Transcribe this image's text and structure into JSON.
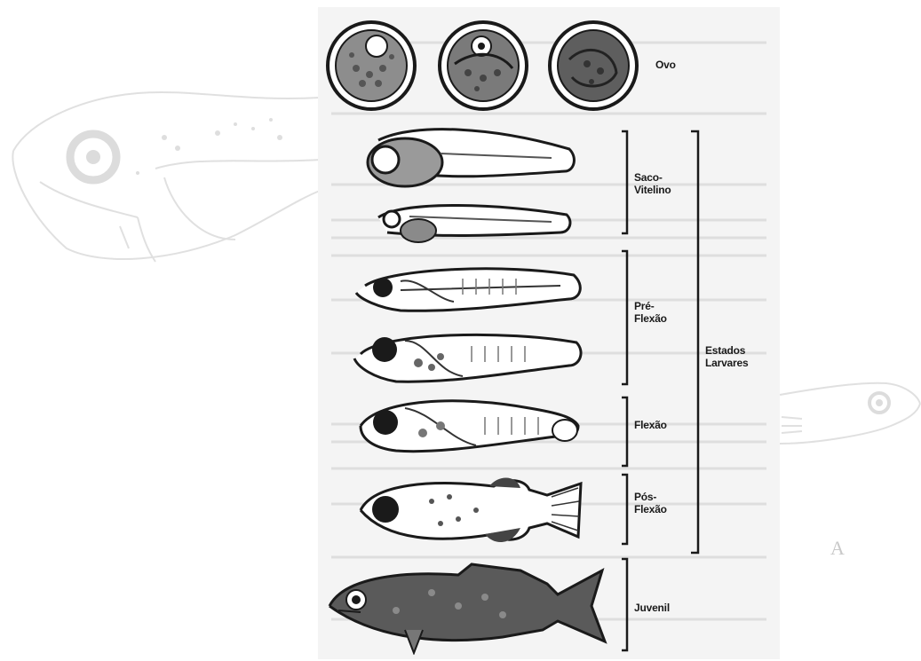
{
  "stages": {
    "egg": "Ovo",
    "yolk_sac": [
      "Saco-",
      "Vitelino"
    ],
    "preflexion": [
      "Pré-",
      "Flexão"
    ],
    "flexion": "Flexão",
    "postflexion": [
      "Pós-",
      "Flexão"
    ],
    "juvenile": "Juvenil"
  },
  "group_label": [
    "Estados",
    "Larvares"
  ],
  "corner_letter": "A",
  "colors": {
    "ink": "#1a1a1a",
    "faded_ink": "#c9c9c9",
    "panel": "#f4f4f4"
  }
}
